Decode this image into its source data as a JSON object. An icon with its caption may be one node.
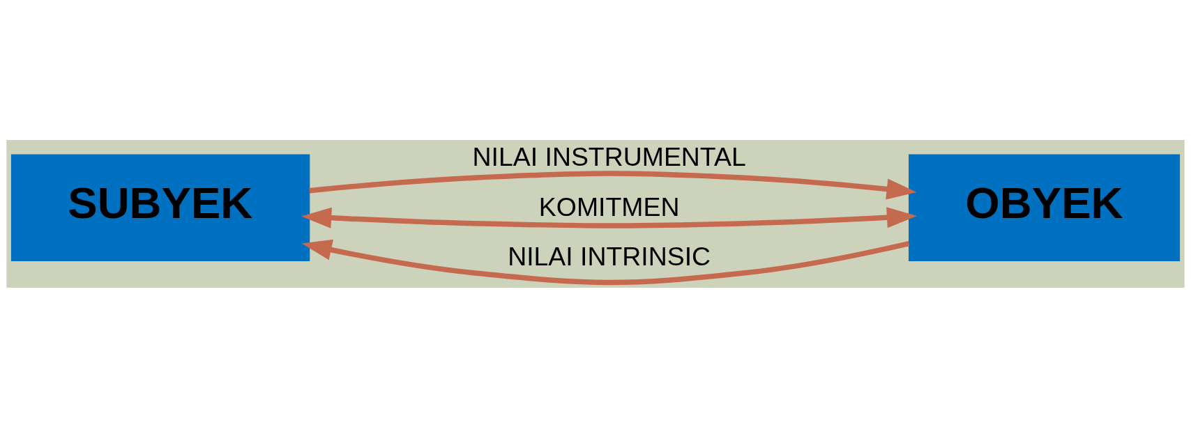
{
  "diagram": {
    "nodes": [
      {
        "text": [
          "SUBYEK"
        ]
      },
      {
        "text": [
          "OBYEK"
        ]
      }
    ],
    "edges": [
      {
        "from": 0,
        "to": 1,
        "arrow": "to",
        "label": "NILAI INSTRUMENTAL"
      },
      {
        "from": 0,
        "to": 1,
        "arrow": "both",
        "label": "KOMITMEN"
      },
      {
        "from": 1,
        "to": 0,
        "arrow": "to",
        "label": "NILAI INTRINSIC"
      }
    ]
  }
}
